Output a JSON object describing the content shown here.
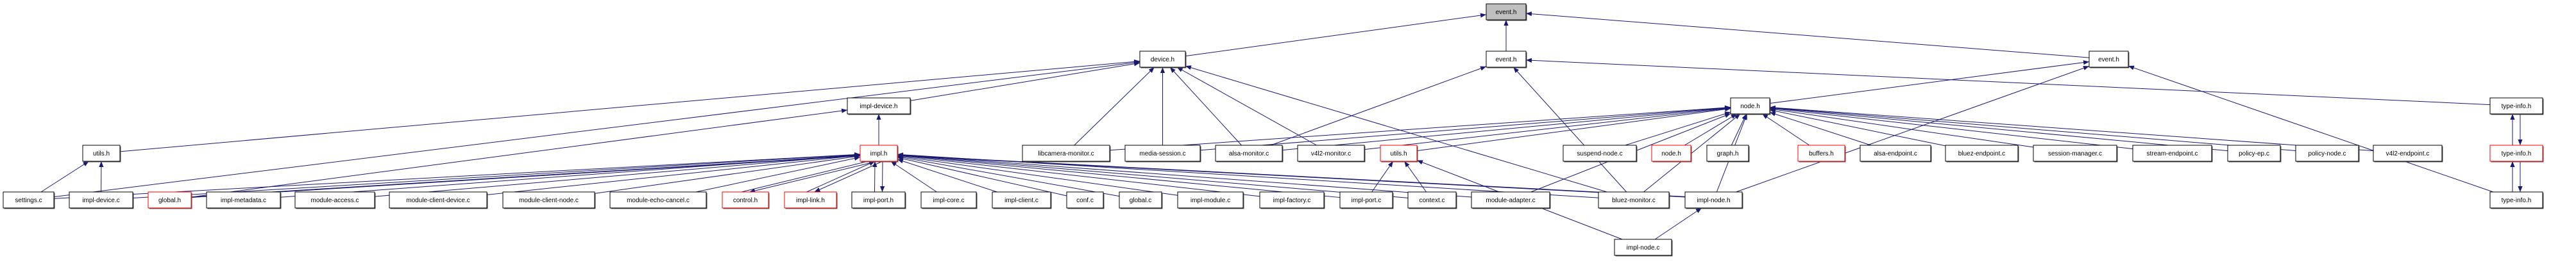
{
  "graph": {
    "colors": {
      "edge": "#191970",
      "root_fill": "#bfbfbf",
      "incomplete_border": "#ff0000",
      "border": "#000000"
    },
    "nodes": [
      {
        "id": "event0",
        "label": "event.h",
        "style": "root"
      },
      {
        "id": "device",
        "label": "device.h"
      },
      {
        "id": "event1",
        "label": "event.h"
      },
      {
        "id": "event2",
        "label": "event.h"
      },
      {
        "id": "impldevh",
        "label": "impl-device.h"
      },
      {
        "id": "nodeh",
        "label": "node.h"
      },
      {
        "id": "ti1",
        "label": "type-info.h"
      },
      {
        "id": "utilsh",
        "label": "utils.h"
      },
      {
        "id": "implh",
        "label": "impl.h",
        "style": "red"
      },
      {
        "id": "libcam",
        "label": "libcamera-monitor.c"
      },
      {
        "id": "media",
        "label": "media-session.c"
      },
      {
        "id": "alsamon",
        "label": "alsa-monitor.c"
      },
      {
        "id": "v4l2mon",
        "label": "v4l2-monitor.c"
      },
      {
        "id": "utilsr",
        "label": "utils.h",
        "style": "red"
      },
      {
        "id": "suspend",
        "label": "suspend-node.c"
      },
      {
        "id": "noder",
        "label": "node.h",
        "style": "red"
      },
      {
        "id": "graph",
        "label": "graph.h"
      },
      {
        "id": "buffers",
        "label": "buffers.h",
        "style": "red"
      },
      {
        "id": "alsaep",
        "label": "alsa-endpoint.c"
      },
      {
        "id": "bluezep",
        "label": "bluez-endpoint.c"
      },
      {
        "id": "sessmgr",
        "label": "session-manager.c"
      },
      {
        "id": "streamep",
        "label": "stream-endpoint.c"
      },
      {
        "id": "policyep",
        "label": "policy-ep.c"
      },
      {
        "id": "policynode",
        "label": "policy-node.c"
      },
      {
        "id": "v4l2ep",
        "label": "v4l2-endpoint.c"
      },
      {
        "id": "ti2",
        "label": "type-info.h",
        "style": "red"
      },
      {
        "id": "settings",
        "label": "settings.c"
      },
      {
        "id": "impldevc",
        "label": "impl-device.c"
      },
      {
        "id": "globalh",
        "label": "global.h",
        "style": "red"
      },
      {
        "id": "implmeta",
        "label": "impl-metadata.c"
      },
      {
        "id": "modaccess",
        "label": "module-access.c"
      },
      {
        "id": "modcdev",
        "label": "module-client-device.c"
      },
      {
        "id": "modcnode",
        "label": "module-client-node.c"
      },
      {
        "id": "modecho",
        "label": "module-echo-cancel.c"
      },
      {
        "id": "control",
        "label": "control.h",
        "style": "red"
      },
      {
        "id": "impllink",
        "label": "impl-link.h",
        "style": "red"
      },
      {
        "id": "implporth",
        "label": "impl-port.h"
      },
      {
        "id": "implcore",
        "label": "impl-core.c"
      },
      {
        "id": "implclient",
        "label": "impl-client.c"
      },
      {
        "id": "conf",
        "label": "conf.c"
      },
      {
        "id": "globalc",
        "label": "global.c"
      },
      {
        "id": "implmodule",
        "label": "impl-module.c"
      },
      {
        "id": "implfactory",
        "label": "impl-factory.c"
      },
      {
        "id": "implportc",
        "label": "impl-port.c"
      },
      {
        "id": "context",
        "label": "context.c"
      },
      {
        "id": "modadapter",
        "label": "module-adapter.c"
      },
      {
        "id": "bluezmon",
        "label": "bluez-monitor.c"
      },
      {
        "id": "implnodeh",
        "label": "impl-node.h"
      },
      {
        "id": "ti3",
        "label": "type-info.h"
      },
      {
        "id": "implnodec",
        "label": "impl-node.c"
      }
    ],
    "edges": [
      [
        "event1",
        "event0"
      ],
      [
        "device",
        "event0"
      ],
      [
        "event2",
        "event0"
      ],
      [
        "nodeh",
        "event2"
      ],
      [
        "ti1",
        "event1"
      ],
      [
        "ti3",
        "event2"
      ],
      [
        "implnodeh",
        "event2"
      ],
      [
        "bluezmon",
        "event1"
      ],
      [
        "alsamon",
        "event1"
      ],
      [
        "libcam",
        "device"
      ],
      [
        "media",
        "device"
      ],
      [
        "alsamon",
        "device"
      ],
      [
        "v4l2mon",
        "device"
      ],
      [
        "bluezmon",
        "device"
      ],
      [
        "impldevh",
        "device"
      ],
      [
        "settings",
        "device"
      ],
      [
        "utilsh",
        "device"
      ],
      [
        "globalh",
        "impldevh"
      ],
      [
        "implh",
        "impldevh"
      ],
      [
        "settings",
        "utilsh"
      ],
      [
        "impldevc",
        "utilsh"
      ],
      [
        "settings",
        "implh"
      ],
      [
        "impldevc",
        "implh"
      ],
      [
        "globalh",
        "implh"
      ],
      [
        "implmeta",
        "implh"
      ],
      [
        "modaccess",
        "implh"
      ],
      [
        "modcdev",
        "implh"
      ],
      [
        "modcnode",
        "implh"
      ],
      [
        "modecho",
        "implh"
      ],
      [
        "control",
        "implh"
      ],
      [
        "impllink",
        "implh"
      ],
      [
        "implporth",
        "implh"
      ],
      [
        "implcore",
        "implh"
      ],
      [
        "implclient",
        "implh"
      ],
      [
        "conf",
        "implh"
      ],
      [
        "globalc",
        "implh"
      ],
      [
        "implmodule",
        "implh"
      ],
      [
        "implfactory",
        "implh"
      ],
      [
        "implportc",
        "implh"
      ],
      [
        "context",
        "implh"
      ],
      [
        "modadapter",
        "implh"
      ],
      [
        "bluezmon",
        "implh"
      ],
      [
        "implnodeh",
        "implh"
      ],
      [
        "implh",
        "globalh"
      ],
      [
        "implh",
        "control"
      ],
      [
        "implh",
        "impllink"
      ],
      [
        "implh",
        "implporth"
      ],
      [
        "implh",
        "implnodeh"
      ],
      [
        "implportc",
        "utilsr"
      ],
      [
        "context",
        "utilsr"
      ],
      [
        "implnodec",
        "utilsr"
      ],
      [
        "libcam",
        "nodeh"
      ],
      [
        "media",
        "nodeh"
      ],
      [
        "alsamon",
        "nodeh"
      ],
      [
        "v4l2mon",
        "nodeh"
      ],
      [
        "utilsr",
        "nodeh"
      ],
      [
        "suspend",
        "nodeh"
      ],
      [
        "noder",
        "nodeh"
      ],
      [
        "graph",
        "nodeh"
      ],
      [
        "buffers",
        "nodeh"
      ],
      [
        "alsaep",
        "nodeh"
      ],
      [
        "bluezep",
        "nodeh"
      ],
      [
        "sessmgr",
        "nodeh"
      ],
      [
        "streamep",
        "nodeh"
      ],
      [
        "policyep",
        "nodeh"
      ],
      [
        "policynode",
        "nodeh"
      ],
      [
        "v4l2ep",
        "nodeh"
      ],
      [
        "modadapter",
        "nodeh"
      ],
      [
        "bluezmon",
        "nodeh"
      ],
      [
        "implnodeh",
        "nodeh"
      ],
      [
        "implnodec",
        "implnodeh"
      ],
      [
        "ti2",
        "ti1"
      ],
      [
        "ti1",
        "ti2"
      ],
      [
        "ti3",
        "ti2"
      ],
      [
        "ti2",
        "ti3"
      ]
    ]
  }
}
